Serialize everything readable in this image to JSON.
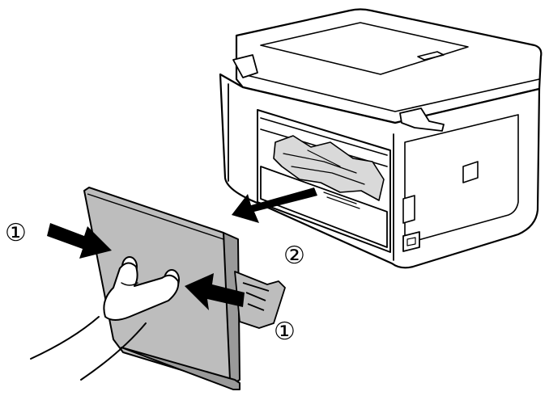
{
  "steps": {
    "squeeze_left": "①",
    "pull_out": "②",
    "squeeze_right": "①"
  },
  "colors": {
    "outline": "#000000",
    "cover_fill": "#bdbdbd",
    "cover_edge": "#9a9a9a",
    "printer_fill": "#ffffff",
    "jam_fill": "#d9d9d9",
    "background": "#ffffff"
  }
}
